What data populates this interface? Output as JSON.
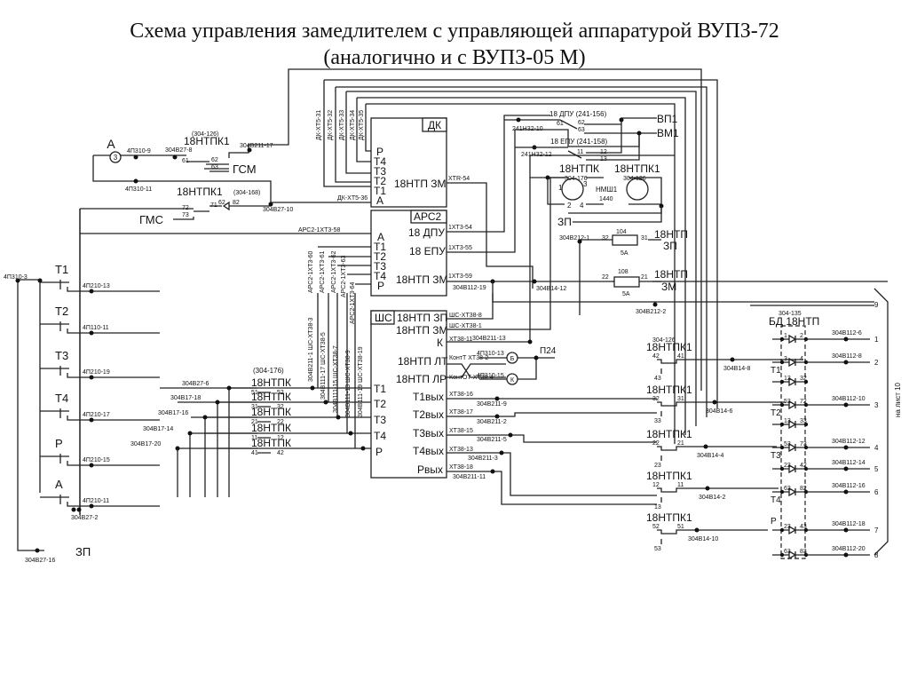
{
  "title": {
    "line1": "Схема управления замедлителем с управляющей аппаратурой ВУПЗ-72",
    "line2": "(аналогично и с ВУПЗ-05 М)"
  },
  "blocks": {
    "dk": {
      "name": "ДК",
      "pins": [
        "Р",
        "Т4",
        "Т3",
        "Т2",
        "Т1",
        "А"
      ],
      "out": "18НТП ЗМ",
      "out_wire": "XTR-54",
      "wires": [
        "ДК-ХТ5-31",
        "ДК-ХТ5-32",
        "ДК-ХТ5-33",
        "ДК-ХТ5-34",
        "ДК-ХТ5-35",
        "ДК-ХТ5-36"
      ]
    },
    "arc2": {
      "name": "АРС2",
      "pins": [
        "А",
        "Т1",
        "Т2",
        "Т3",
        "Т4",
        "Р"
      ],
      "outs": [
        "18 ДПУ",
        "18 ЕПУ",
        "18НТП ЗМ"
      ],
      "out_wires": [
        "1ХТ3-54",
        "1ХТ3-55",
        "1ХТ3-59"
      ],
      "in_wire": "АРС2-1ХТ3-58",
      "wires": [
        "АРС2-1ХТ3-60",
        "АРС2-1ХТ3-61",
        "АРС2-1ХТ3-62",
        "АРС2-1ХТ3-63",
        "АРС2-1ХТ3-64"
      ]
    },
    "shs": {
      "name": "ШС",
      "pins": [
        "Т1",
        "Т2",
        "Т3",
        "Т4",
        "Р"
      ],
      "outs": [
        "18НТП ЗП",
        "18НТП ЗМ",
        "К",
        "18НТП ЛТ",
        "18НТП ЛР",
        "Т1вых",
        "Т2вых",
        "Т3вых",
        "Т4вых",
        "Рвых"
      ],
      "out_wires": [
        "ШС-ХТ38-8",
        "ШС-ХТ38-1",
        "ХТ38-11",
        "КонтТ ХТ38-2",
        "КонтОТ ХТ38-4",
        "ХТ38-16",
        "ХТ38-17",
        "ХТ38-15",
        "ХТ38-13",
        "ХТ38-18"
      ],
      "out_nodes": [
        "",
        "",
        "304В211-13",
        "",
        "",
        "304В211-9",
        "304В211-2",
        "304В211-5",
        "304В211-3",
        "304В211-11"
      ],
      "in_wires": [
        "304В211-1 ШС-ХТ38-3",
        "304В111-17 ШС-ХТ38-5",
        "304В111-15 ШС-ХТ38-7",
        "304В111-13 ШС-ХТ38-9",
        "304В111-19 ШС-ХТ38-19"
      ]
    }
  },
  "top_left": {
    "lamp": "А",
    "lamp_num": "3",
    "nodes": [
      "4П310-9",
      "304В27-8",
      "304В211-17",
      "4П310-11",
      "304В27-10"
    ],
    "relay1": {
      "ref": "(304-126)",
      "name": "18НТПК1",
      "contacts": [
        "61",
        "62",
        "63"
      ],
      "label": "ГСМ"
    },
    "relay2": {
      "ref": "(304-168)",
      "name": "18НТПК1",
      "contacts": [
        "72",
        "71",
        "73",
        "62",
        "82"
      ],
      "label": "ГМС"
    }
  },
  "switches": [
    {
      "label": "Т1",
      "node": "4П210-13"
    },
    {
      "label": "Т2",
      "node": "4П110-11"
    },
    {
      "label": "Т3",
      "node": "4П210-19"
    },
    {
      "label": "Т4",
      "node": "4П210-17"
    },
    {
      "label": "Р",
      "node": "4П210-15"
    },
    {
      "label": "А",
      "node": "4П210-11"
    }
  ],
  "left_nodes": {
    "feed": "4П310-3",
    "bottom": "304В27-2",
    "zp_node": "304В27-16",
    "zp": "ЗП"
  },
  "ntpk_block": {
    "ref": "(304-176)",
    "rows": [
      {
        "name": "18НТПК",
        "node": "304В27-6",
        "c1": "51",
        "c2": "52"
      },
      {
        "name": "18НТПК",
        "node": "304В17-18",
        "c1": "31",
        "c2": "32"
      },
      {
        "name": "18НТПК",
        "node": "304В17-16",
        "c1": "21",
        "c2": "22"
      },
      {
        "name": "18НТПК",
        "node": "304В17-14",
        "c1": "11",
        "c2": "12"
      },
      {
        "name": "18НТПК",
        "node": "304В17-20",
        "c1": "41",
        "c2": "42"
      }
    ]
  },
  "dpu": {
    "dpu_label": "18 ДПУ (241-156)",
    "dpu_node": "241Н32-10",
    "dpu_c": [
      "61",
      "62",
      "63"
    ],
    "epu_label": "18 ЕПУ (241-158)",
    "epu_node": "241Н32-12",
    "epu_c": [
      "11",
      "12",
      "13"
    ],
    "vp1": "ВП1",
    "vm1": "ВМ1"
  },
  "motor": {
    "k1": "18НТПК",
    "k1_ref": "304-176",
    "k2": "18НТПК1",
    "k2_ref": "304-126",
    "name": "НМШ1",
    "num": "1440",
    "pins": [
      "1",
      "2",
      "3",
      "4"
    ],
    "zp": "ЗП"
  },
  "fuses": [
    {
      "node": "304В212-1",
      "num": "104",
      "rating": "5А",
      "pin_in": "32",
      "pin_out": "31",
      "label1": "18НТП",
      "label2": "ЗП"
    },
    {
      "node": "304В14-12",
      "num": "108",
      "rating": "5А",
      "pin_in": "22",
      "pin_out": "21",
      "label1": "18НТП",
      "label2": "ЗМ"
    }
  ],
  "mid_nodes": {
    "n1": "304В112-19",
    "n2": "304В212-2",
    "p24": "П24",
    "lt1": "4П310-13",
    "lt2": "4П310-15",
    "b": "Б",
    "k": "К"
  },
  "ntpk1_right": [
    {
      "ref": "304-126",
      "name": "18НТПК1",
      "c": [
        "42",
        "41",
        "43"
      ],
      "node": "304В14-8"
    },
    {
      "name": "18НТПК1",
      "c": [
        "32",
        "31",
        "33"
      ],
      "node": "304В14-6"
    },
    {
      "name": "18НТПК1",
      "c": [
        "22",
        "21",
        "23"
      ],
      "node": "304В14-4"
    },
    {
      "name": "18НТПК1",
      "c": [
        "12",
        "11",
        "13"
      ],
      "node": "304В14-2"
    },
    {
      "name": "18НТПК1",
      "c": [
        "52",
        "51",
        "53"
      ],
      "node": "304В14-10"
    }
  ],
  "bd": {
    "ref": "304-135",
    "name": "БД 18НТП",
    "groups": [
      "Т1",
      "Т2",
      "Т3",
      "Т4",
      "Р"
    ],
    "diodes": [
      [
        "1",
        "2"
      ],
      [
        "3",
        "4"
      ],
      [
        "12",
        "32"
      ],
      [
        "52",
        "72"
      ],
      [
        "13",
        "33"
      ],
      [
        "53",
        "73"
      ],
      [
        "22",
        "42"
      ],
      [
        "62",
        "82"
      ],
      [
        "23",
        "43"
      ],
      [
        "63",
        "83"
      ]
    ],
    "outputs": [
      {
        "node": "304В112-6",
        "num": "1"
      },
      {
        "node": "304В112-8",
        "num": "2"
      },
      {
        "node": "304В112-10",
        "num": "3"
      },
      {
        "node": "304В112-12",
        "num": "4"
      },
      {
        "node": "304В112-14",
        "num": "5"
      },
      {
        "node": "304В112-16",
        "num": "6"
      },
      {
        "node": "304В112-18",
        "num": "7"
      },
      {
        "node": "304В112-20",
        "num": "8"
      }
    ],
    "top_out": "9",
    "sheet_ref": "на лист 10"
  }
}
